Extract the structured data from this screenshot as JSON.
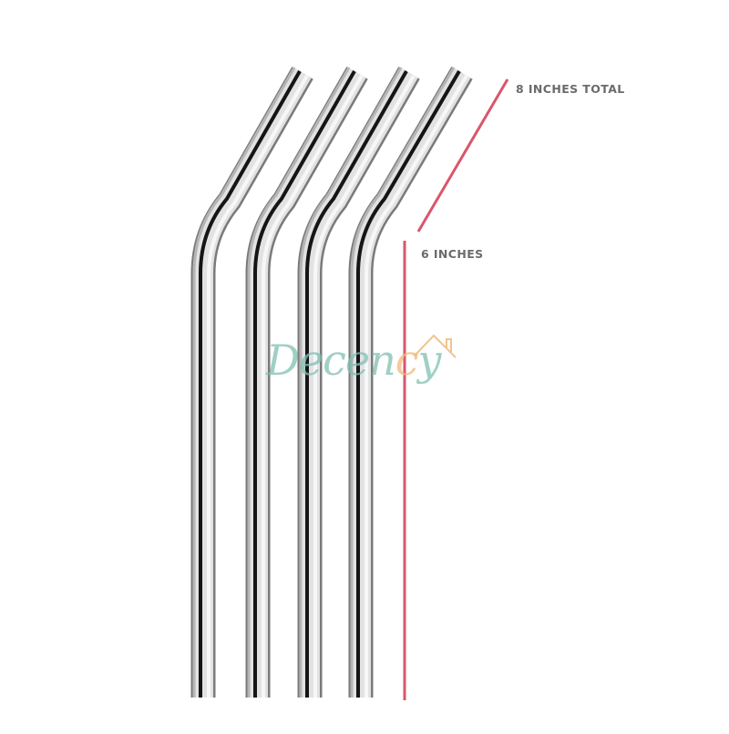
{
  "product": {
    "name": "Bent stainless steel drinking straws",
    "count": 4
  },
  "dimensions": {
    "total_label": "8 INCHES TOTAL",
    "straight_label": "6 INCHES"
  },
  "watermark": {
    "text_main": "Decen",
    "text_accent": "c",
    "text_end": "y"
  },
  "colors": {
    "background": "#ffffff",
    "measure_line": "#d9566b",
    "label_text": "#6b6b6b",
    "watermark_teal": "#7fbfb2",
    "watermark_orange": "#f0b97a"
  }
}
